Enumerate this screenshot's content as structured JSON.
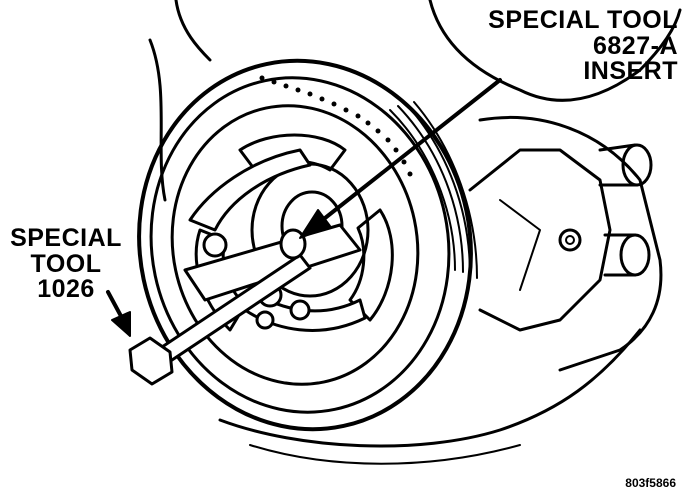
{
  "labels": {
    "tool_1026": {
      "line1": "SPECIAL",
      "line2": "TOOL",
      "line3": "1026"
    },
    "tool_6827": {
      "line1": "SPECIAL TOOL",
      "line2": "6827-A",
      "line3": "INSERT"
    }
  },
  "figure_id": "803f5866",
  "colors": {
    "ink": "#000000",
    "paper": "#ffffff"
  }
}
